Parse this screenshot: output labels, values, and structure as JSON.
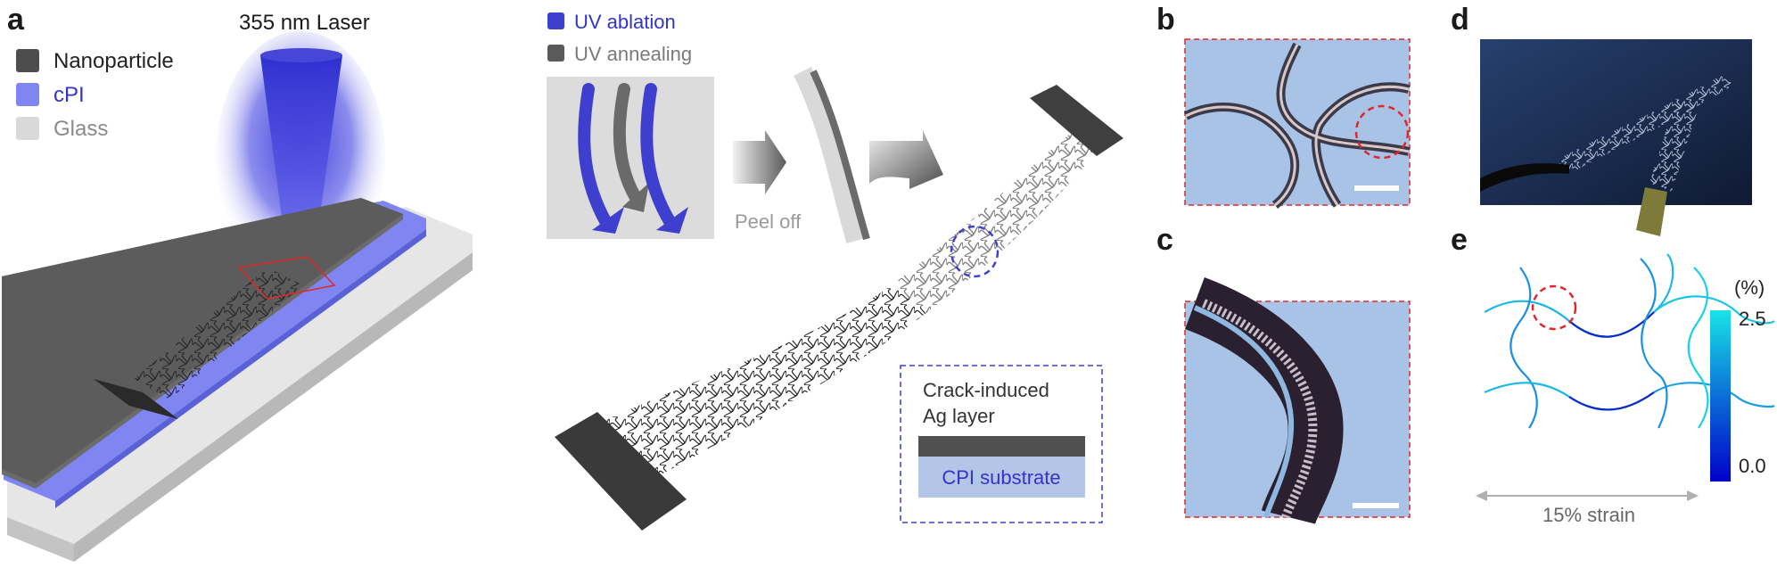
{
  "panels": {
    "a": "a",
    "b": "b",
    "c": "c",
    "d": "d",
    "e": "e"
  },
  "laser": {
    "label": "355 nm Laser"
  },
  "legend_layers": [
    {
      "label": "Nanoparticle",
      "color": "#4d4d4d"
    },
    {
      "label": "cPI",
      "color": "#7f86f2"
    },
    {
      "label": "Glass",
      "color": "#d9d9d9"
    }
  ],
  "process_legend": [
    {
      "label": "UV ablation",
      "color": "#3f3fcf"
    },
    {
      "label": "UV annealing",
      "color": "#5a5a5a"
    }
  ],
  "peel_off": "Peel off",
  "inset": {
    "line1": "Crack-induced",
    "line2": "Ag layer",
    "substrate": "CPI substrate"
  },
  "colorbar": {
    "unit": "(%)",
    "max": "2.5",
    "min": "0.0",
    "color_low": "#0000c8",
    "color_high": "#19e3e6"
  },
  "strain_label": "15% strain",
  "colors": {
    "accent_blue": "#3f3fcf",
    "dashed_red": "#e0282a",
    "micrograph_bg": "#a9c3e6",
    "photo_bg": "#1c2a4a"
  }
}
